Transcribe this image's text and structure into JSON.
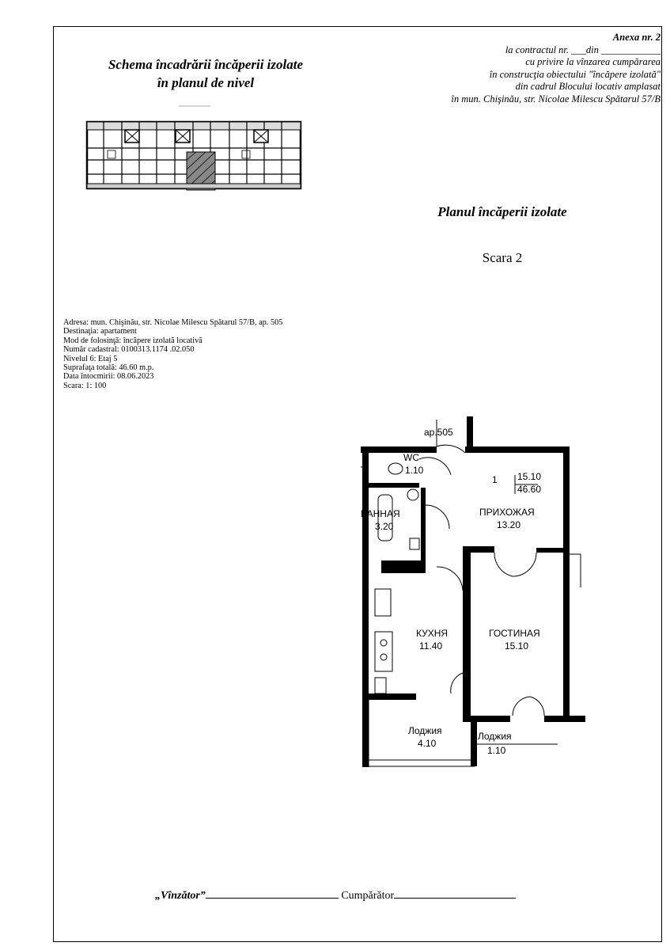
{
  "annex": {
    "title": "Anexa nr. 2",
    "line1": "la contractul nr. ___din ____________",
    "line2": "cu privire la vînzarea cumpărarea",
    "line3": "în construcţia obiectului \"încăpere izolată\"",
    "line4": "din cadrul Blocului locativ amplasat",
    "line5": "în mun. Chişinău, str. Nicolae Milescu Spătarul 57/B"
  },
  "scheme": {
    "title_line1": "Schema încadrării încăperii izolate",
    "title_line2": "în planul de nivel"
  },
  "plan_title": "Planul încăperii izolate",
  "scale_title": "Scara 2",
  "info": {
    "address": "Adresa: mun. Chişinău, str. Nicolae Milescu Spătarul 57/B, ap. 505",
    "destination": "Destinaţia: apartament",
    "usage": "Mod de folosinţă: încăpere izolată locativă",
    "cadastral": "Număr cadastral: 0100313.1174 .02.050",
    "level": "Nivelul 6: Etaj 5",
    "area": "Suprafaţa totală: 46.60 m.p.",
    "date": "Data întocmirii: 08.06.2023",
    "scale": "Scara: 1: 100"
  },
  "floorplan": {
    "apartment_label": "ap.505",
    "summary": {
      "rooms": "1",
      "living_area": "15.10",
      "total_area": "46.60"
    },
    "rooms": [
      {
        "name": "WC",
        "area": "1.10"
      },
      {
        "name": "ВАННАЯ",
        "area": "3.20"
      },
      {
        "name": "ПРИХОЖАЯ",
        "area": "13.20"
      },
      {
        "name": "КУХНЯ",
        "area": "11.40"
      },
      {
        "name": "ГОСТИНАЯ",
        "area": "15.10"
      },
      {
        "name": "Лоджия",
        "area": "4.10"
      },
      {
        "name": "Лоджия",
        "area": "1.10"
      }
    ]
  },
  "signatures": {
    "seller": "„Vînzător”",
    "buyer": "Cumpărător"
  }
}
